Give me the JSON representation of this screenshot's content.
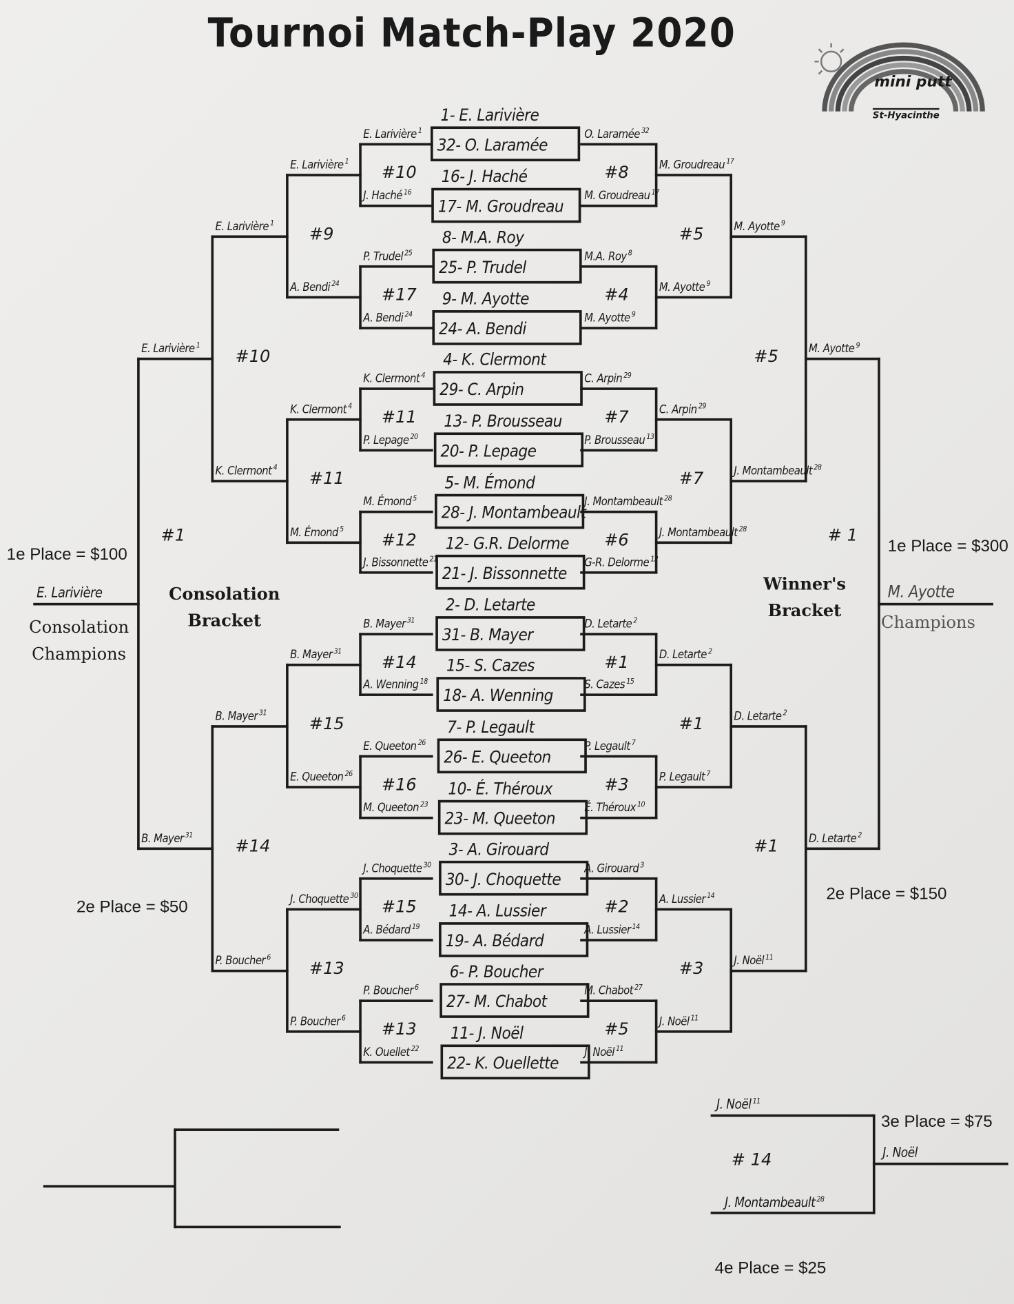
{
  "title": "Tournoi Match-Play 2020",
  "logo": {
    "line1": "mini putt",
    "line2": "St-Hyacinthe"
  },
  "matches": [
    {
      "top": "1- E. Larivière",
      "bottom": "32- O. Laramée"
    },
    {
      "top": "16- J. Haché",
      "bottom": "17- M. Groudreau"
    },
    {
      "top": "8- M.A. Roy",
      "bottom": "25- P. Trudel"
    },
    {
      "top": "9- M. Ayotte",
      "bottom": "24- A. Bendi"
    },
    {
      "top": "4- K. Clermont",
      "bottom": "29- C. Arpin"
    },
    {
      "top": "13- P. Brousseau",
      "bottom": "20- P. Lepage"
    },
    {
      "top": "5- M. Émond",
      "bottom": "28- J. Montambeault"
    },
    {
      "top": "12- G.R. Delorme",
      "bottom": "21- J. Bissonnette"
    },
    {
      "top": "2- D. Letarte",
      "bottom": "31- B. Mayer"
    },
    {
      "top": "15- S. Cazes",
      "bottom": "18- A. Wenning"
    },
    {
      "top": "7- P. Legault",
      "bottom": "26- E. Queeton"
    },
    {
      "top": "10- É. Théroux",
      "bottom": "23- M. Queeton"
    },
    {
      "top": "3- A. Girouard",
      "bottom": "30- J. Choquette"
    },
    {
      "top": "14- A. Lussier",
      "bottom": "19- A. Bédard"
    },
    {
      "top": "6- P. Boucher",
      "bottom": "27- M. Chabot"
    },
    {
      "top": "11- J. Noël",
      "bottom": "22- K. Ouellette"
    }
  ],
  "winners": {
    "title": "Winner's Bracket",
    "levels": [
      [
        {
          "name": "O. Laramée",
          "seed": "32"
        },
        {
          "name": "M. Groudreau",
          "seed": "17"
        },
        {
          "name": "M.A. Roy",
          "seed": "8"
        },
        {
          "name": "M. Ayotte",
          "seed": "9"
        },
        {
          "name": "C. Arpin",
          "seed": "29"
        },
        {
          "name": "P. Brousseau",
          "seed": "13"
        },
        {
          "name": "J. Montambeault",
          "seed": "28"
        },
        {
          "name": "G-R. Delorme",
          "seed": "12"
        },
        {
          "name": "D. Letarte",
          "seed": "2"
        },
        {
          "name": "S. Cazes",
          "seed": "15"
        },
        {
          "name": "P. Legault",
          "seed": "7"
        },
        {
          "name": "É. Théroux",
          "seed": "10"
        },
        {
          "name": "A. Girouard",
          "seed": "3"
        },
        {
          "name": "A. Lussier",
          "seed": "14"
        },
        {
          "name": "M. Chabot",
          "seed": "27"
        },
        {
          "name": "J. Noël",
          "seed": "11"
        }
      ],
      [
        {
          "name": "M. Groudreau",
          "seed": "17"
        },
        {
          "name": "M. Ayotte",
          "seed": "9"
        },
        {
          "name": "C. Arpin",
          "seed": "29"
        },
        {
          "name": "J. Montambeault",
          "seed": "28"
        },
        {
          "name": "D. Letarte",
          "seed": "2"
        },
        {
          "name": "P. Legault",
          "seed": "7"
        },
        {
          "name": "A. Lussier",
          "seed": "14"
        },
        {
          "name": "J. Noël",
          "seed": "11"
        }
      ],
      [
        {
          "name": "M. Ayotte",
          "seed": "9"
        },
        {
          "name": "J. Montambeault",
          "seed": "28"
        },
        {
          "name": "D. Letarte",
          "seed": "2"
        },
        {
          "name": "J. Noël",
          "seed": "11"
        }
      ],
      [
        {
          "name": "M. Ayotte",
          "seed": "9"
        },
        {
          "name": "D. Letarte",
          "seed": "2"
        }
      ]
    ],
    "labels": [
      [
        "#8",
        "#4",
        "#7",
        "#6",
        "#1",
        "#3",
        "#2",
        "#5"
      ],
      [
        "#5",
        "#7",
        "#1",
        "#3"
      ],
      [
        "#5",
        "#1"
      ],
      [
        "# 1"
      ]
    ],
    "champion": "M. Ayotte",
    "first_prize": "1e Place = $300",
    "champion_caption": "Champions",
    "second_prize": "2e Place = $150"
  },
  "consolation": {
    "title": "Consolation Bracket",
    "levels": [
      [
        {
          "name": "E. Larivière",
          "seed": "1"
        },
        {
          "name": "J. Haché",
          "seed": "16"
        },
        {
          "name": "P. Trudel",
          "seed": "25"
        },
        {
          "name": "A. Bendi",
          "seed": "24"
        },
        {
          "name": "K. Clermont",
          "seed": "4"
        },
        {
          "name": "P. Lepage",
          "seed": "20"
        },
        {
          "name": "M. Émond",
          "seed": "5"
        },
        {
          "name": "J. Bissonnette",
          "seed": "21"
        },
        {
          "name": "B. Mayer",
          "seed": "31"
        },
        {
          "name": "A. Wenning",
          "seed": "18"
        },
        {
          "name": "E. Queeton",
          "seed": "26"
        },
        {
          "name": "M. Queeton",
          "seed": "23"
        },
        {
          "name": "J. Choquette",
          "seed": "30"
        },
        {
          "name": "A. Bédard",
          "seed": "19"
        },
        {
          "name": "P. Boucher",
          "seed": "6"
        },
        {
          "name": "K. Ouellet",
          "seed": "22"
        }
      ],
      [
        {
          "name": "E. Larivière",
          "seed": "1"
        },
        {
          "name": "A. Bendi",
          "seed": "24"
        },
        {
          "name": "K. Clermont",
          "seed": "4"
        },
        {
          "name": "M. Émond",
          "seed": "5"
        },
        {
          "name": "B. Mayer",
          "seed": "31"
        },
        {
          "name": "E. Queeton",
          "seed": "26"
        },
        {
          "name": "J. Choquette",
          "seed": "30"
        },
        {
          "name": "P. Boucher",
          "seed": "6"
        }
      ],
      [
        {
          "name": "E. Larivière",
          "seed": "1"
        },
        {
          "name": "K. Clermont",
          "seed": "4"
        },
        {
          "name": "B. Mayer",
          "seed": "31"
        },
        {
          "name": "P. Boucher",
          "seed": "6"
        }
      ],
      [
        {
          "name": "E. Larivière",
          "seed": "1"
        },
        {
          "name": "B. Mayer",
          "seed": "31"
        }
      ]
    ],
    "labels": [
      [
        "#10",
        "#17",
        "#11",
        "#12",
        "#14",
        "#16",
        "#15",
        "#13"
      ],
      [
        "#9",
        "#11",
        "#15",
        "#13"
      ],
      [
        "#10",
        "#14"
      ],
      [
        "#1"
      ]
    ],
    "champion": "E. Larivière",
    "first_prize": "1e Place = $100",
    "champion_caption": "Consolation Champions",
    "second_prize": "2e Place = $50"
  },
  "third_place": {
    "top": {
      "name": "J. Noël",
      "seed": "11"
    },
    "bottom": {
      "name": "J. Montambeault",
      "seed": "28"
    },
    "match_label": "# 14",
    "winner": "J. Noël",
    "third_prize": "3e Place = $75",
    "fourth_prize": "4e Place = $25"
  }
}
